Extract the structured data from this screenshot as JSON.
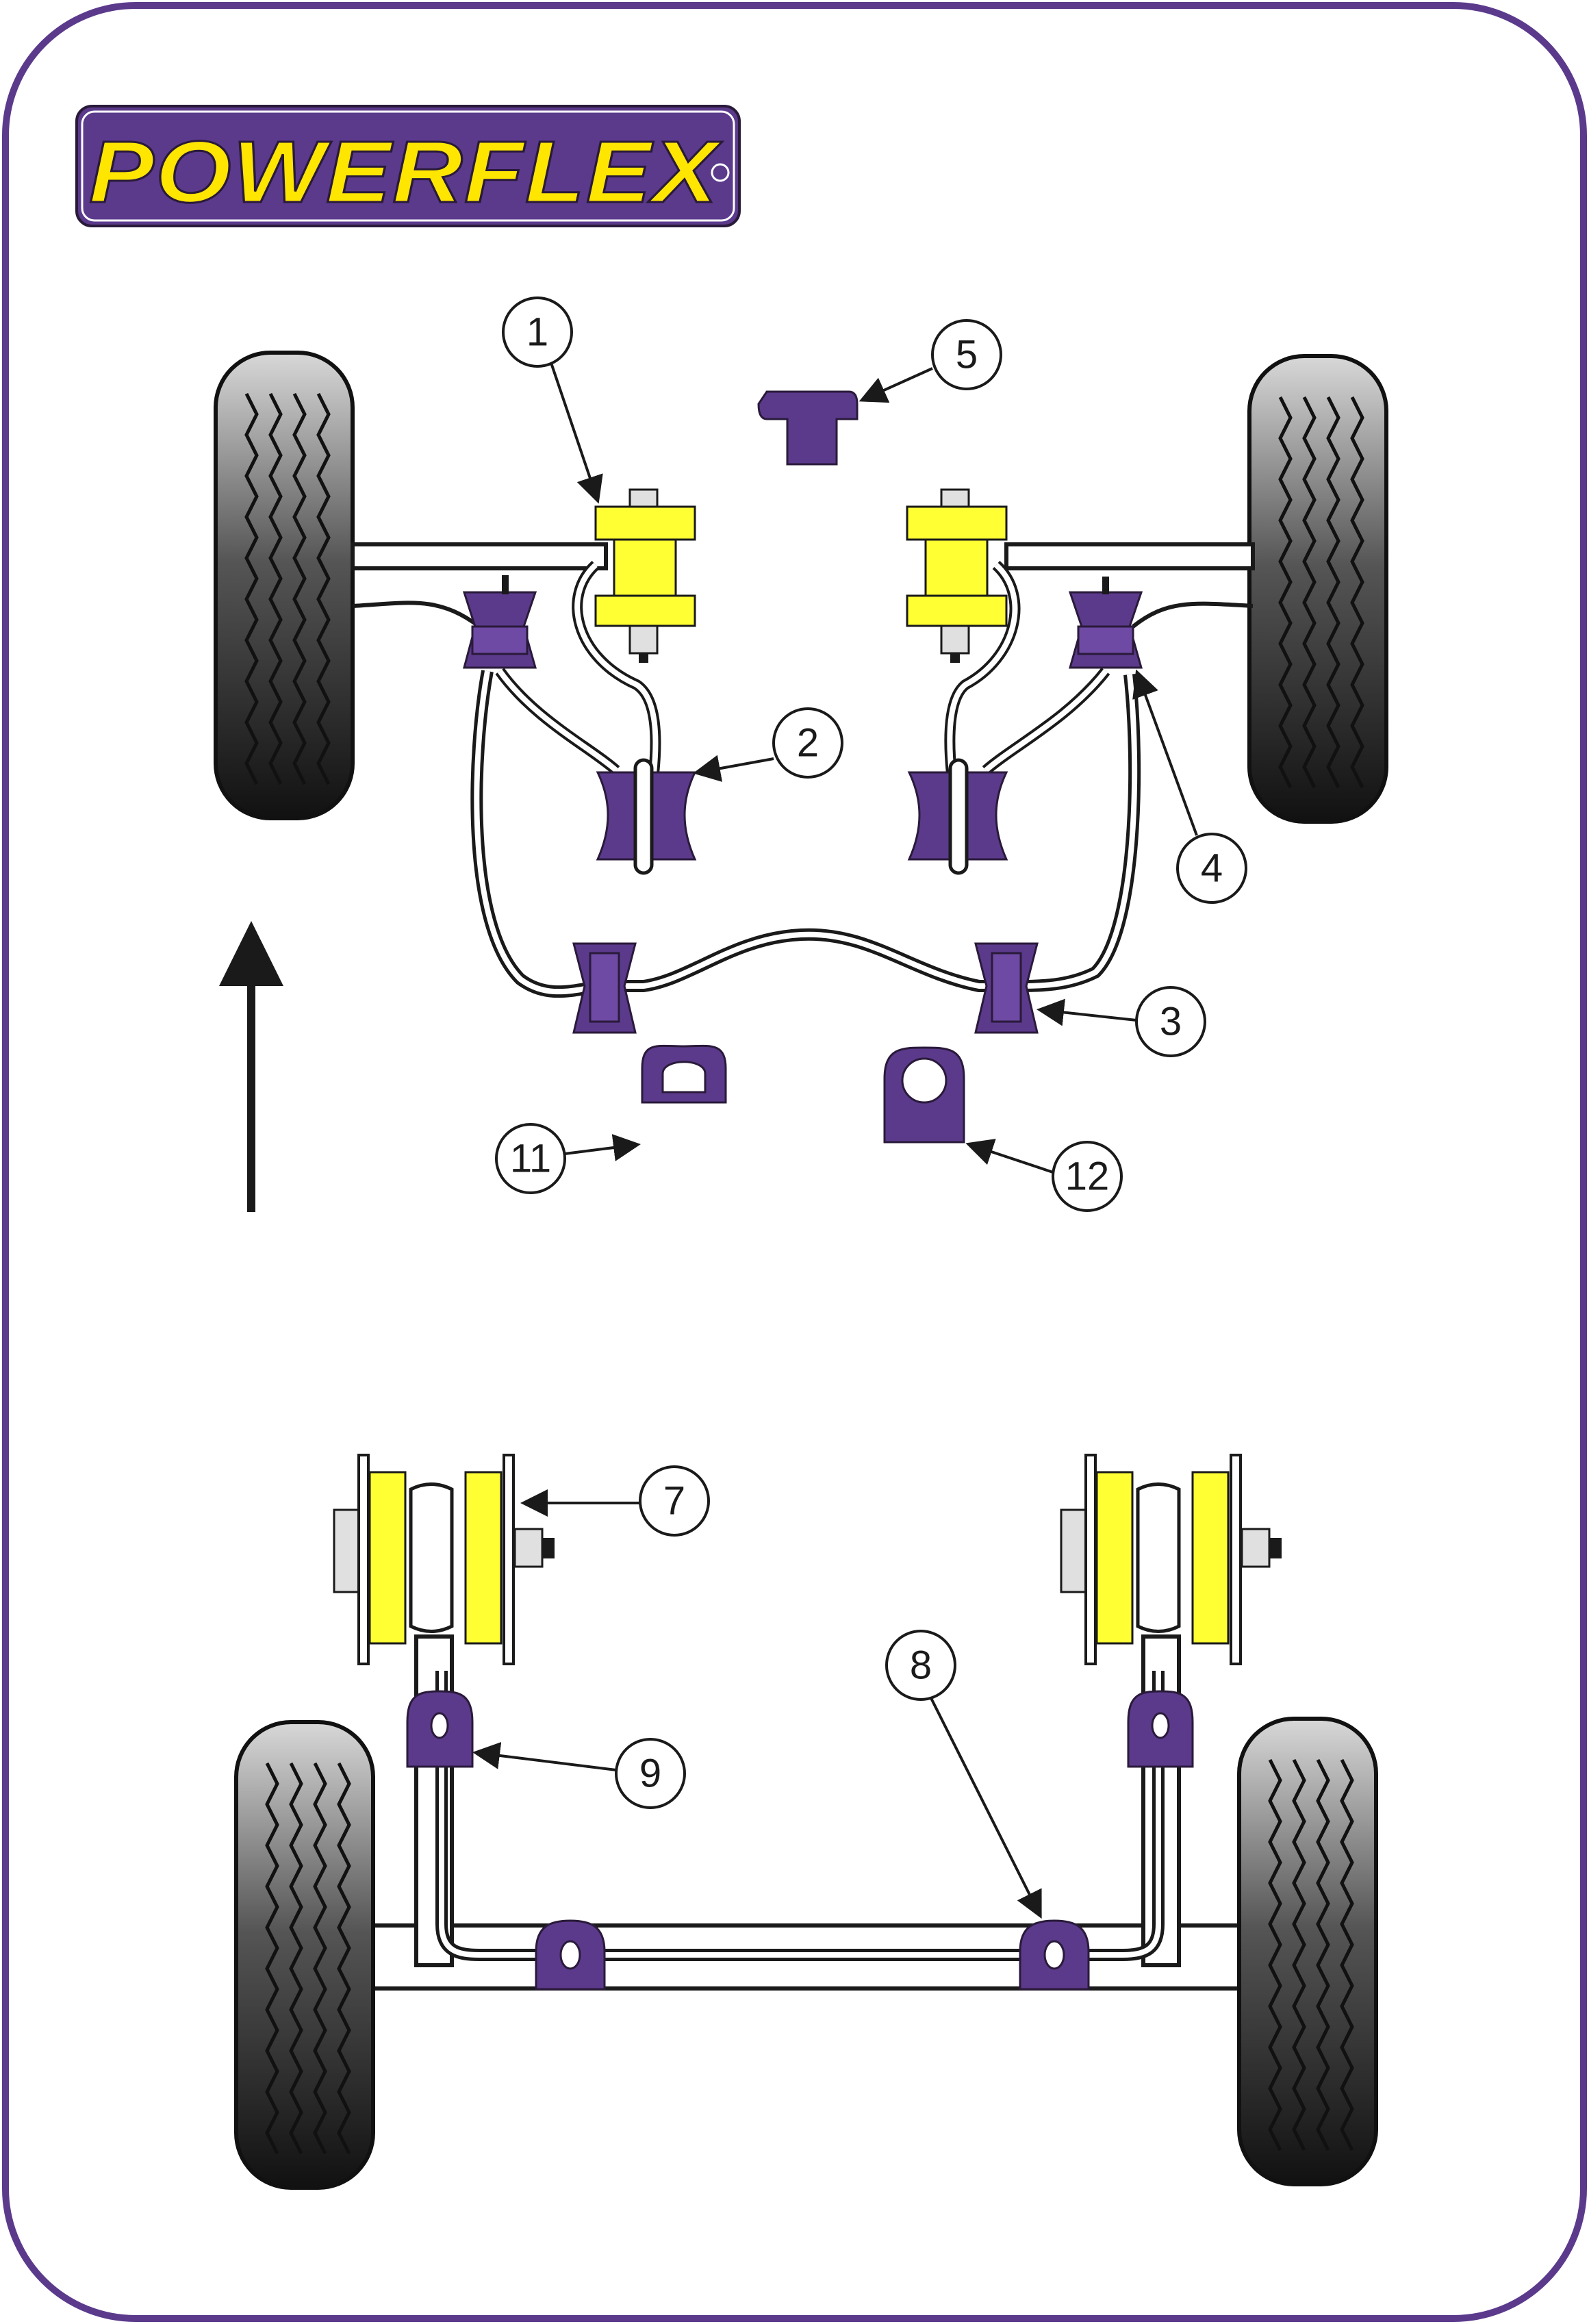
{
  "brand": {
    "name": "POWERFLEX",
    "mark": "®"
  },
  "colors": {
    "frame": "#5b3a8c",
    "bush_purple": "#5b3a8c",
    "bush_yellow": "#ffff33",
    "tyre_dark": "#333333",
    "line": "#1a1a1a"
  },
  "callouts": {
    "c1": "1",
    "c2": "2",
    "c3": "3",
    "c4": "4",
    "c5": "5",
    "c7": "7",
    "c8": "8",
    "c9": "9",
    "c11": "11",
    "c12": "12"
  },
  "icons": {
    "direction": "arrow-up-icon",
    "tyre": "tyre-icon"
  }
}
